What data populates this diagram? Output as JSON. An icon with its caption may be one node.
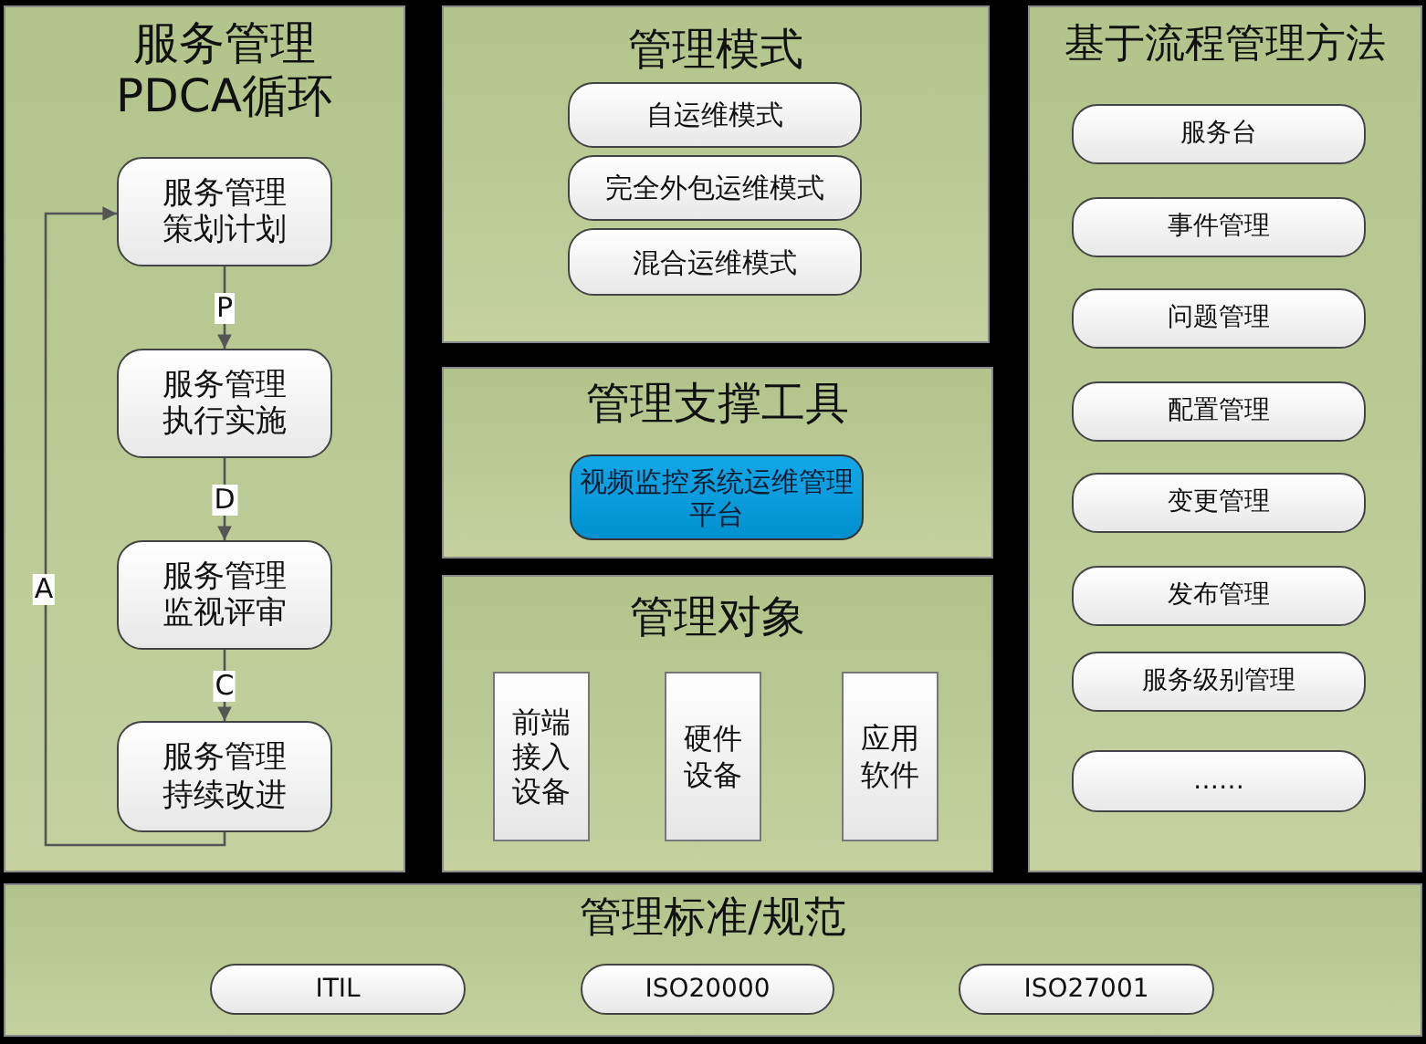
{
  "diagram": {
    "nodes": [
      {
        "text": [
          "服务管理PDCA循环"
        ]
      },
      {
        "text": [
          "服务管理策划计划"
        ],
        "in": 0
      },
      {
        "text": [
          "服务管理执行实施"
        ],
        "in": 0
      },
      {
        "text": [
          "服务管理监视评审"
        ],
        "in": 0
      },
      {
        "text": [
          "服务管理持续改进"
        ],
        "in": 0
      },
      {
        "text": [
          "管理模式"
        ]
      },
      {
        "text": [
          "自运维模式"
        ],
        "in": 5
      },
      {
        "text": [
          "完全外包运维模式"
        ],
        "in": 5
      },
      {
        "text": [
          "混合运维模式"
        ],
        "in": 5
      },
      {
        "text": [
          "管理支撑工具"
        ]
      },
      {
        "text": [
          "视频监控系统运维管理平台"
        ],
        "in": 9
      },
      {
        "text": [
          "管理对象"
        ]
      },
      {
        "text": [
          "前端接入设备"
        ],
        "in": 11
      },
      {
        "text": [
          "硬件设备"
        ],
        "in": 11
      },
      {
        "text": [
          "应用软件"
        ],
        "in": 11
      },
      {
        "text": [
          "基于流程管理方法"
        ]
      },
      {
        "text": [
          "服务台"
        ],
        "in": 15
      },
      {
        "text": [
          "事件管理"
        ],
        "in": 15
      },
      {
        "text": [
          "问题管理"
        ],
        "in": 15
      },
      {
        "text": [
          "配置管理"
        ],
        "in": 15
      },
      {
        "text": [
          "变更管理"
        ],
        "in": 15
      },
      {
        "text": [
          "发布管理"
        ],
        "in": 15
      },
      {
        "text": [
          "服务级别管理"
        ],
        "in": 15
      },
      {
        "text": [
          "……"
        ],
        "in": 15
      },
      {
        "text": [
          "管理标准/规范"
        ]
      },
      {
        "text": [
          "ITIL"
        ],
        "in": 24
      },
      {
        "text": [
          "ISO20000"
        ],
        "in": 24
      },
      {
        "text": [
          "ISO27001"
        ],
        "in": 24
      }
    ],
    "edges": [
      {
        "from": 1,
        "to": 2,
        "arrow": "to",
        "label": "P"
      },
      {
        "from": 2,
        "to": 3,
        "arrow": "to",
        "label": "D"
      },
      {
        "from": 3,
        "to": 4,
        "arrow": "to",
        "label": "C"
      },
      {
        "from": 4,
        "to": 1,
        "arrow": "to",
        "label": "A"
      }
    ]
  }
}
